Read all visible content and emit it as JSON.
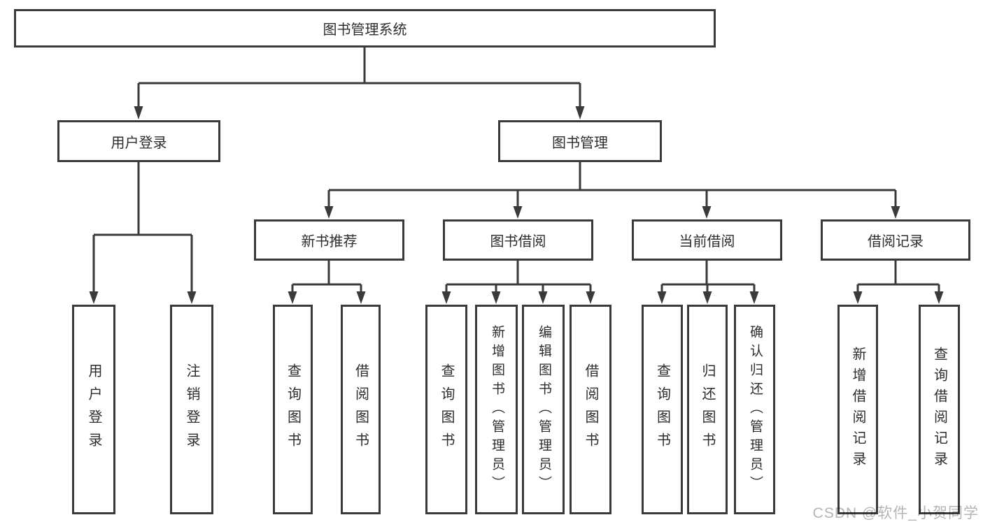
{
  "diagram": {
    "root": {
      "label": "图书管理系统",
      "children": [
        {
          "label": "用户登录",
          "children": [
            {
              "label": "用户登录"
            },
            {
              "label": "注销登录"
            }
          ]
        },
        {
          "label": "图书管理",
          "children": [
            {
              "label": "新书推荐",
              "children": [
                {
                  "label": "查询图书"
                },
                {
                  "label": "借阅图书"
                }
              ]
            },
            {
              "label": "图书借阅",
              "children": [
                {
                  "label": "查询图书"
                },
                {
                  "label": "新增图书（管理员）"
                },
                {
                  "label": "编辑图书（管理员）"
                },
                {
                  "label": "借阅图书"
                }
              ]
            },
            {
              "label": "当前借阅",
              "children": [
                {
                  "label": "查询图书"
                },
                {
                  "label": "归还图书"
                },
                {
                  "label": "确认归还（管理员）"
                }
              ]
            },
            {
              "label": "借阅记录",
              "children": [
                {
                  "label": "新增借阅记录"
                },
                {
                  "label": "查询借阅记录"
                }
              ]
            }
          ]
        }
      ]
    }
  },
  "watermark": {
    "text": "CSDN @软件_小贺同学"
  },
  "colors": {
    "line": "#3a3a3a",
    "box_border": "#3a3a3a",
    "box_background": "#ffffff",
    "text": "#2d2d2d",
    "watermark": "#b5b5b5",
    "page_background": "#ffffff"
  }
}
